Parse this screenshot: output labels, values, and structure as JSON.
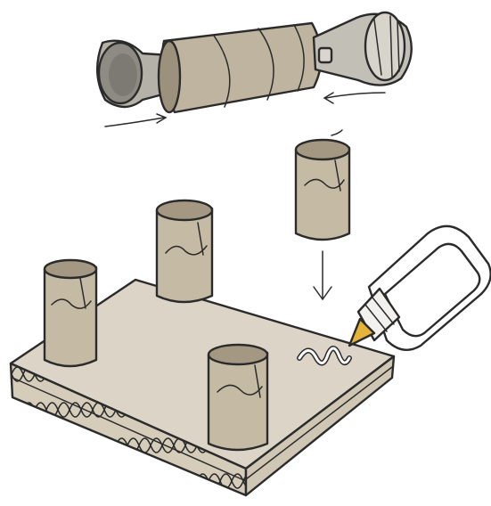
{
  "illustration": {
    "objects": [
      "funnel-ends-tube",
      "cardboard-tube",
      "glue-bottle",
      "corrugated-cardboard-base",
      "glue-squiggle",
      "direction-arrows"
    ]
  },
  "colors": {
    "ink": "#2b2b2b",
    "paper_tube": "#c9bda6",
    "paper_tube_inner": "#a89c87",
    "cardboard_top": "#ddd6c8",
    "cardboard_edge": "#d0c7b5",
    "funnel_gray": "#b9b6ae",
    "glue_nozzle": "#e3b33a",
    "bottle": "#ffffff"
  }
}
